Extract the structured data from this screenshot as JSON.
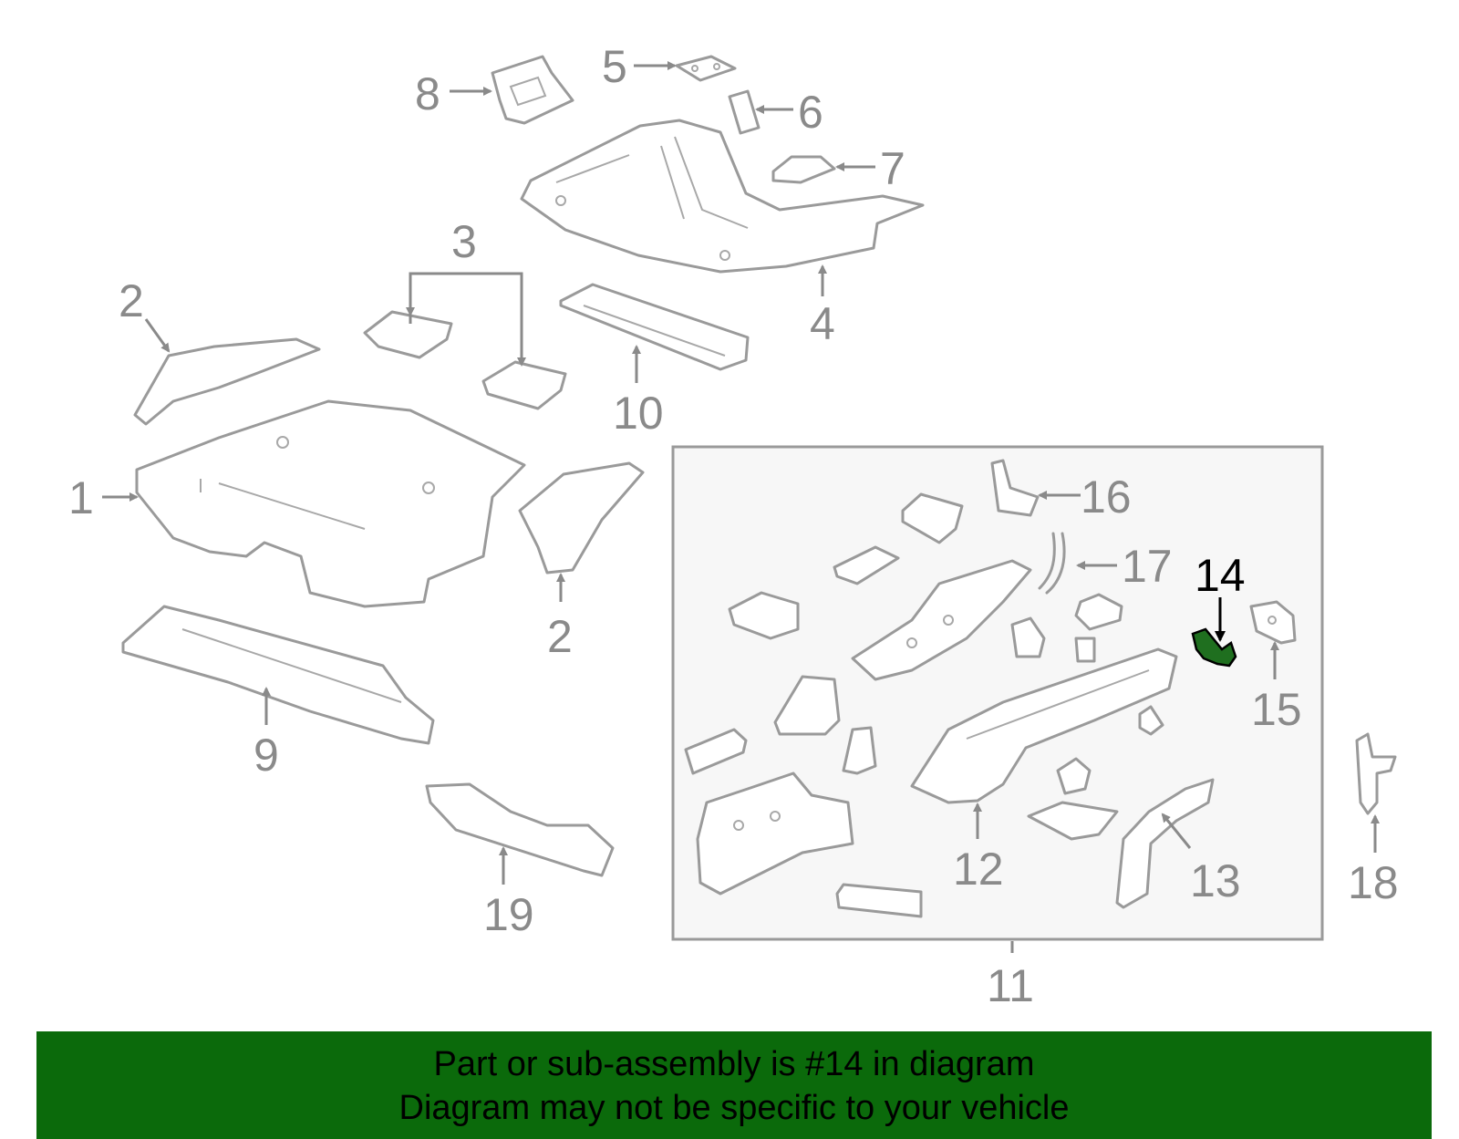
{
  "banner": {
    "line1": "Part or sub-assembly is #14 in diagram",
    "line2": "Diagram may not be specific to your vehicle"
  },
  "callouts": {
    "c1": "1",
    "c2a": "2",
    "c2b": "2",
    "c3": "3",
    "c4": "4",
    "c5": "5",
    "c6": "6",
    "c7": "7",
    "c8": "8",
    "c9": "9",
    "c10": "10",
    "c11": "11",
    "c12": "12",
    "c13": "13",
    "c14": "14",
    "c15": "15",
    "c16": "16",
    "c17": "17",
    "c18": "18",
    "c19": "19"
  },
  "highlighted_part": "14",
  "colors": {
    "line_gray": "#9a9a9a",
    "highlight_green": "#1f6f1f",
    "banner_green": "#0b6a0b",
    "inset_bg": "#f7f7f7"
  }
}
